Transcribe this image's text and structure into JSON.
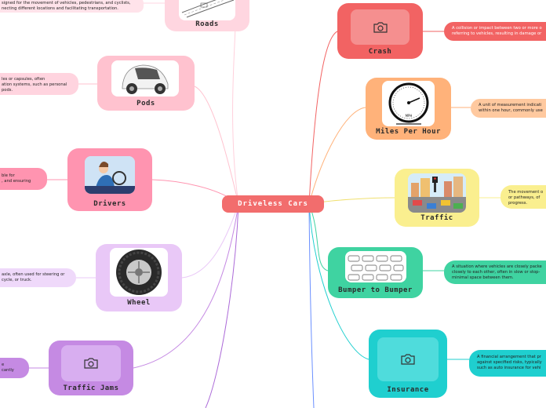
{
  "central": {
    "label": "Driveless Cars"
  },
  "left": [
    {
      "title": "Roads",
      "desc": [
        "signed for the movement of vehicles, pedestrians, and cyclists,",
        "necting different locations and facilitating transportation."
      ]
    },
    {
      "title": "Pods",
      "desc": [
        "les or capsules, often",
        "ation systems, such as personal",
        "pods."
      ]
    },
    {
      "title": "Drivers",
      "desc": [
        "ble for",
        ", and ensuring"
      ]
    },
    {
      "title": "Wheel",
      "desc": [
        "axle, often used for steering or",
        "cycle, or truck."
      ]
    },
    {
      "title": "Traffic Jams",
      "desc": [
        "e",
        "cantly"
      ]
    }
  ],
  "right": [
    {
      "title": "Crash",
      "desc": [
        "A collision or impact between two or more o",
        "referring to vehicles, resulting in damage or"
      ]
    },
    {
      "title": "Miles Per Hour",
      "desc": [
        "A unit of measurement indicati",
        "within one hour, commonly use"
      ]
    },
    {
      "title": "Traffic",
      "desc": [
        "The movement o",
        "or pathways, of",
        "progress."
      ]
    },
    {
      "title": "Bumper to Bumper",
      "desc": [
        "A situation where vehicles are closely packe",
        "closely to each other, often in slow or stop-",
        "minimal space between them."
      ]
    },
    {
      "title": "Insurance",
      "desc": [
        "A financial arrangement that pr",
        "against specified risks, typically",
        "such as auto insurance for vehi"
      ]
    }
  ],
  "icons": {
    "roads": "road-sketch-icon",
    "pods": "pod-car-icon",
    "drivers": "driver-icon",
    "wheel": "tire-icon",
    "traffic_jams": "camera-placeholder-icon",
    "crash": "camera-placeholder-icon",
    "mph": "speedometer-icon",
    "traffic": "traffic-scene-icon",
    "bumper": "traffic-sketch-icon",
    "insurance": "camera-placeholder-icon"
  },
  "colors": {
    "central": "#f26d6d",
    "roads": "#ffd6e0",
    "pods": "#ffc2cf",
    "drivers": "#ff94b0",
    "wheel": "#e9c8f7",
    "traffic_jams": "#c58ae3",
    "crash": "#f26363",
    "mph": "#ffb27a",
    "traffic": "#faef8f",
    "bumper": "#3fd3a1",
    "insurance": "#1fcfcf"
  }
}
